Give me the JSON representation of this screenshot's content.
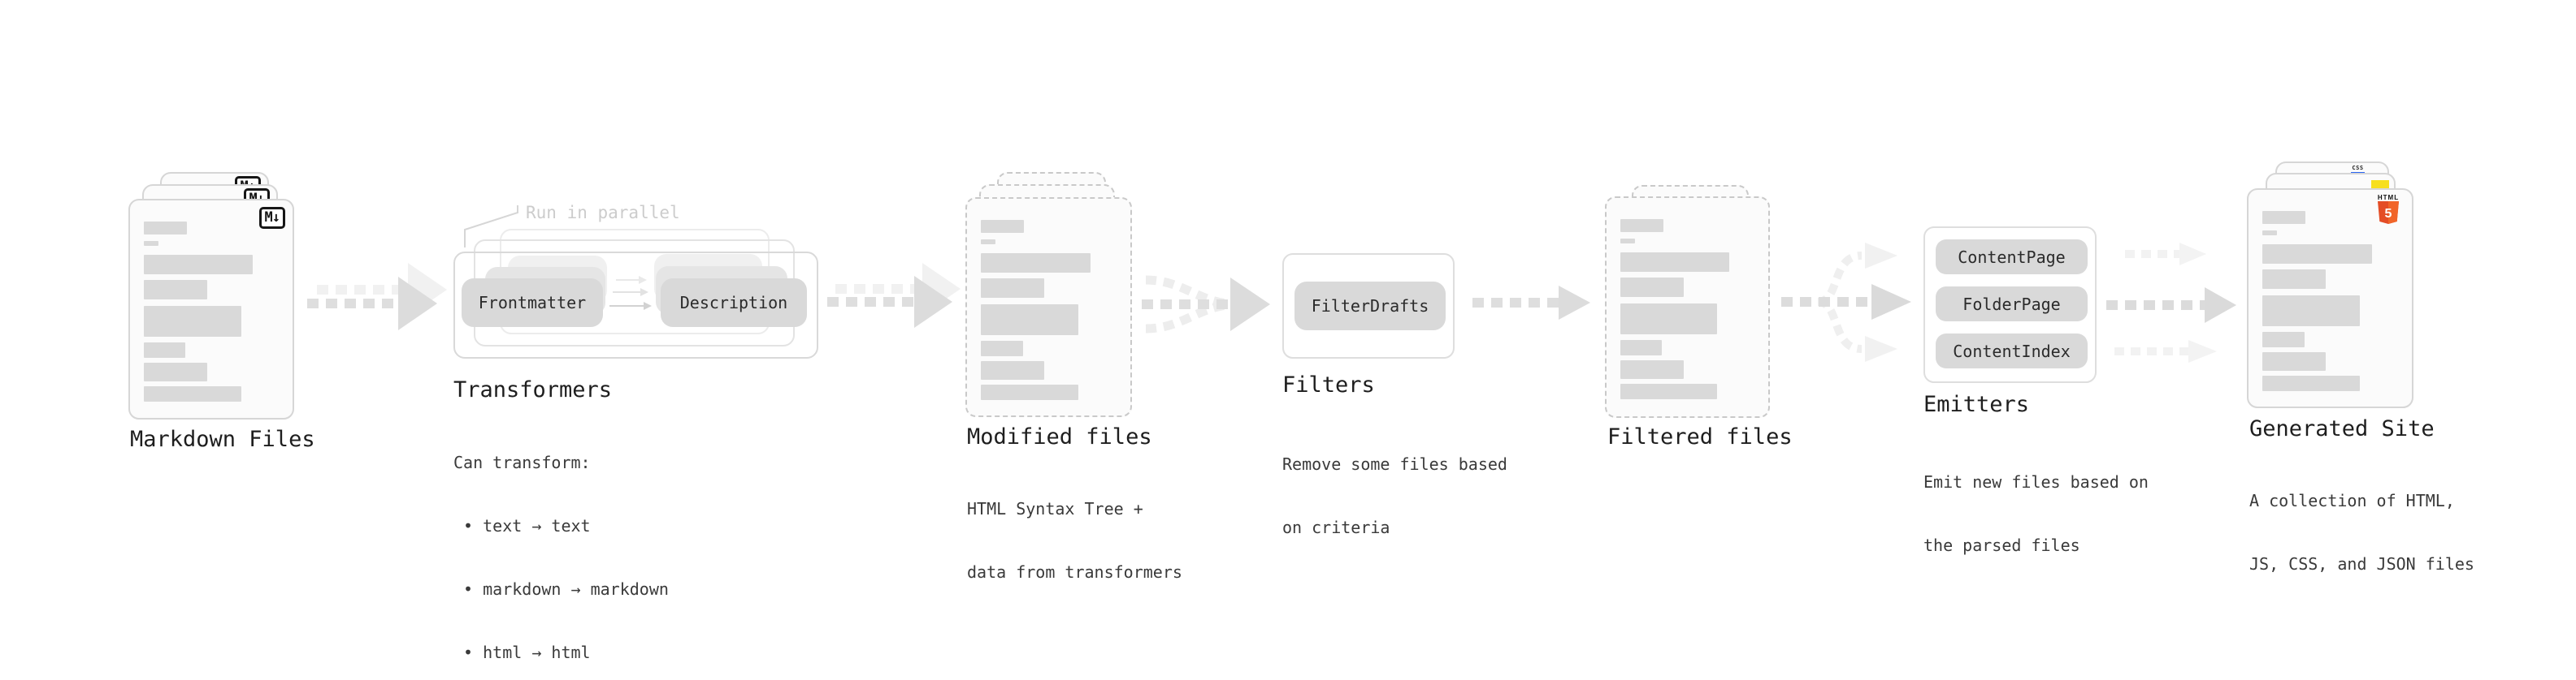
{
  "stages": {
    "markdown": {
      "title": "Markdown Files",
      "badge": "M↓"
    },
    "transformers": {
      "title": "Transformers",
      "note": "Run in parallel",
      "pills": [
        "Frontmatter",
        "Description"
      ],
      "desc": [
        "Can transform:",
        " • text → text",
        " • markdown → markdown",
        " • html → html"
      ]
    },
    "modified": {
      "title": "Modified files",
      "desc": [
        "HTML Syntax Tree +",
        "data from transformers"
      ]
    },
    "filters": {
      "title": "Filters",
      "pills": [
        "FilterDrafts"
      ],
      "desc": [
        "Remove some files based",
        "on criteria"
      ]
    },
    "filtered": {
      "title": "Filtered files"
    },
    "emitters": {
      "title": "Emitters",
      "pills": [
        "ContentPage",
        "FolderPage",
        "ContentIndex"
      ],
      "desc": [
        "Emit new files based on",
        "the parsed files"
      ]
    },
    "generated": {
      "title": "Generated Site",
      "html_label": "HTML",
      "html_number": "5",
      "css_label": "CSS",
      "desc": [
        "A collection of HTML,",
        "JS, CSS, and JSON files"
      ]
    }
  },
  "colors": {
    "html5_orange_left": "#e44d26",
    "html5_orange_right": "#f16529",
    "js_yellow": "#f7df1e",
    "css_blue": "#2965f1"
  }
}
